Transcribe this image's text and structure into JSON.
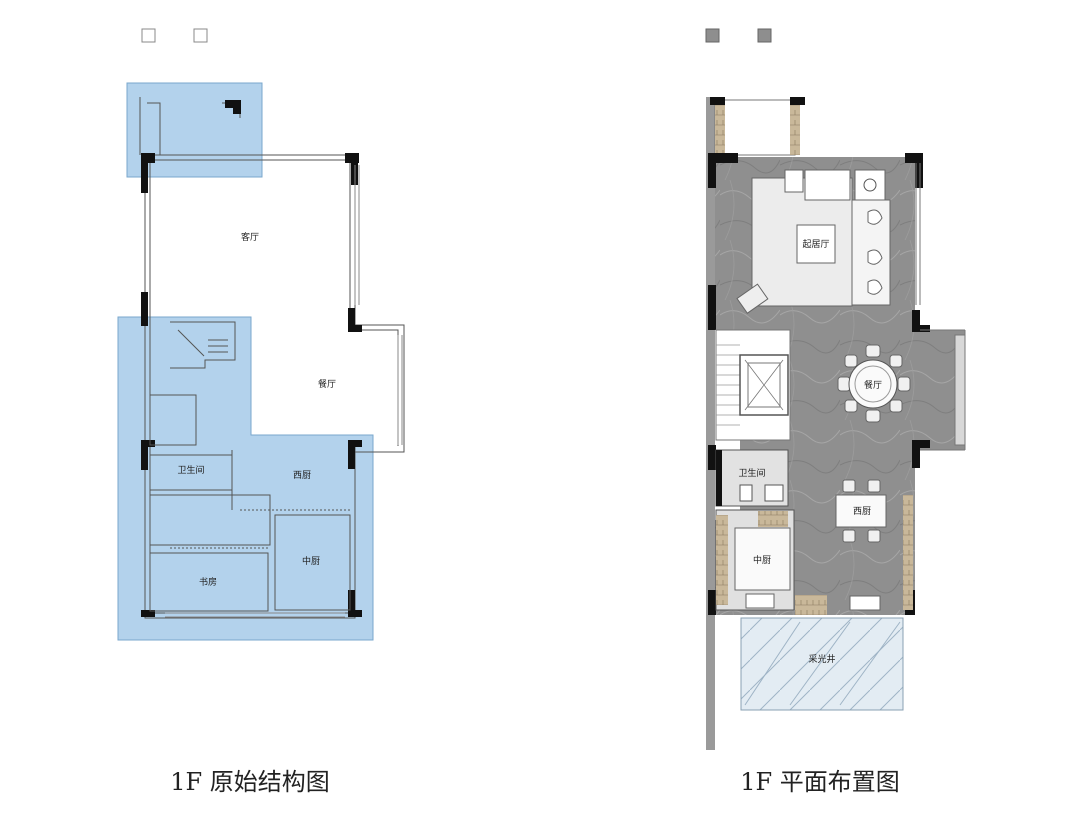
{
  "left_plan": {
    "caption": "1F 原始结构图",
    "rooms": {
      "living": "客厅",
      "dining": "餐厅",
      "bathroom": "卫生间",
      "western_kitchen": "西厨",
      "study": "书房",
      "chinese_kitchen": "中厨"
    },
    "legend_style": "outline"
  },
  "right_plan": {
    "caption": "1F 平面布置图",
    "rooms": {
      "living": "起居厅",
      "dining": "餐厅",
      "bathroom": "卫生间",
      "western_kitchen": "西厨",
      "chinese_kitchen": "中厨",
      "lightwell": "采光井"
    },
    "legend_style": "filled-gray"
  },
  "colors": {
    "highlight": "#b3d2ec",
    "highlight_edge": "#7aa7cc",
    "floor": "#8e8e8e",
    "wall": "#111111",
    "glass": "#dbe6ee"
  }
}
